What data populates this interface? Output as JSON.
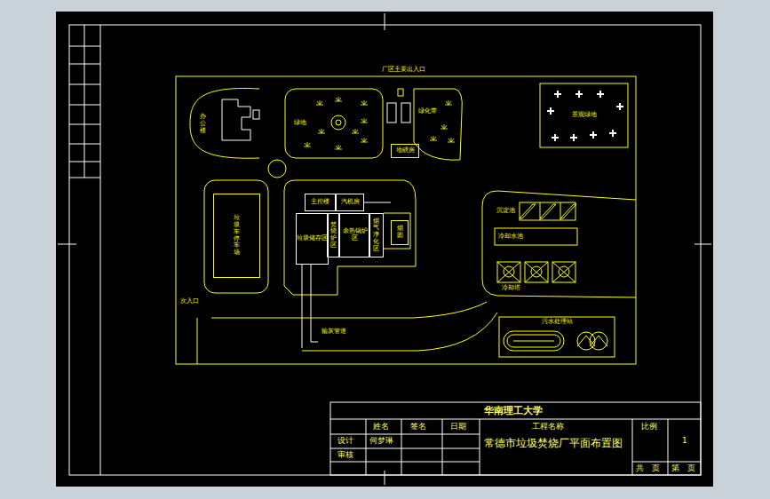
{
  "diagram": {
    "title": "常德市垃圾焚烧厂平面布置图",
    "nodes": [
      {
        "text": [
          "办公楼"
        ]
      },
      {
        "text": [
          "绿地"
        ]
      },
      {
        "text": [
          "地磅房"
        ]
      },
      {
        "text": [
          "绿化带"
        ]
      },
      {
        "text": [
          "景观绿地"
        ]
      },
      {
        "text": [
          "垃圾车停车场"
        ]
      },
      {
        "text": [
          "主控楼"
        ]
      },
      {
        "text": [
          "汽机房"
        ]
      },
      {
        "text": [
          "垃圾储存区"
        ]
      },
      {
        "text": [
          "焚烧炉区"
        ]
      },
      {
        "text": [
          "余热锅炉区"
        ]
      },
      {
        "text": [
          "烟气净化区"
        ]
      },
      {
        "text": [
          "烟囱"
        ]
      },
      {
        "text": [
          "沉淀池"
        ]
      },
      {
        "text": [
          "冷却水池"
        ]
      },
      {
        "text": [
          "冷却塔"
        ]
      },
      {
        "text": [
          "污水处理站"
        ]
      }
    ],
    "labels": [
      "厂区主要出入口",
      "次入口",
      "输灰管道",
      "华南理工大学",
      "姓名",
      "签名",
      "日期",
      "工程名称",
      "比例",
      "设计",
      "何梦琳",
      "审核",
      "1",
      "共",
      "页",
      "第",
      "页"
    ]
  }
}
